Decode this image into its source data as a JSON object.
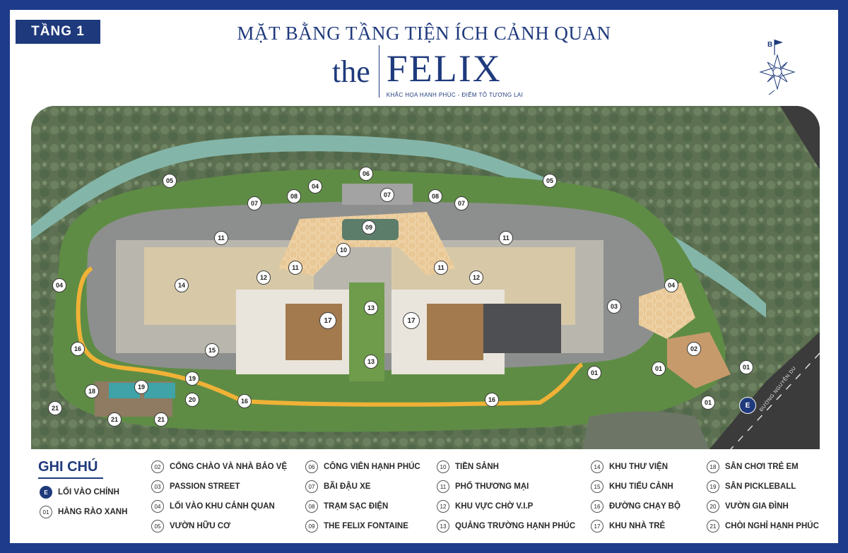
{
  "header": {
    "floor": "TẦNG 1",
    "title": "MẶT BẰNG TẦNG TIỆN ÍCH CẢNH QUAN",
    "brand_the": "the",
    "brand_name": "FELIX",
    "tagline": "KHẮC HỌA HẠNH PHÚC - ĐIỂM TÔ TƯƠNG LAI",
    "compass_letter": "B"
  },
  "map": {
    "road_label": "ĐƯỜNG NGUYỄN DU",
    "colors": {
      "river": "#7fb3a8",
      "road": "#3b3b3b",
      "running_track": "#e8a22a",
      "paving": "#e9c896"
    }
  },
  "map_markers": [
    "05",
    "06",
    "07",
    "08",
    "04",
    "07",
    "08",
    "05",
    "07",
    "09",
    "10",
    "11",
    "11",
    "11",
    "11",
    "12",
    "12",
    "14",
    "04",
    "04",
    "03",
    "17",
    "17",
    "13",
    "13",
    "16",
    "15",
    "16",
    "16",
    "02",
    "01",
    "01",
    "01",
    "01",
    "18",
    "19",
    "19",
    "20",
    "21",
    "21",
    "21",
    "E"
  ],
  "legend": {
    "title": "GHI CHÚ",
    "items": [
      {
        "num": "E",
        "label": "LỐI VÀO CHÍNH"
      },
      {
        "num": "01",
        "label": "HÀNG RÀO XANH"
      },
      {
        "num": "02",
        "label": "CỔNG CHÀO VÀ NHÀ BẢO VỆ"
      },
      {
        "num": "03",
        "label": "PASSION STREET"
      },
      {
        "num": "04",
        "label": "LỐI VÀO KHU CẢNH QUAN"
      },
      {
        "num": "05",
        "label": "VƯỜN HỮU CƠ"
      },
      {
        "num": "06",
        "label": "CÔNG VIÊN HẠNH PHÚC"
      },
      {
        "num": "07",
        "label": "BÃI ĐẬU XE"
      },
      {
        "num": "08",
        "label": "TRẠM SẠC ĐIỆN"
      },
      {
        "num": "09",
        "label": "THE FELIX FONTAINE"
      },
      {
        "num": "10",
        "label": "TIỀN SẢNH"
      },
      {
        "num": "11",
        "label": "PHỐ THƯƠNG MẠI"
      },
      {
        "num": "12",
        "label": "KHU VỰC CHỜ V.I.P"
      },
      {
        "num": "13",
        "label": "QUẢNG TRƯỜNG HẠNH PHÚC"
      },
      {
        "num": "14",
        "label": "KHU THƯ VIỆN"
      },
      {
        "num": "15",
        "label": "KHU TIỂU CẢNH"
      },
      {
        "num": "16",
        "label": "ĐƯỜNG CHẠY BỘ"
      },
      {
        "num": "17",
        "label": "KHU NHÀ TRẺ"
      },
      {
        "num": "18",
        "label": "SÂN CHƠI TRẺ EM"
      },
      {
        "num": "19",
        "label": "SÂN PICKLEBALL"
      },
      {
        "num": "20",
        "label": "VƯỜN GIA ĐÌNH"
      },
      {
        "num": "21",
        "label": "CHÒI NGHỈ HẠNH PHÚC"
      }
    ]
  }
}
